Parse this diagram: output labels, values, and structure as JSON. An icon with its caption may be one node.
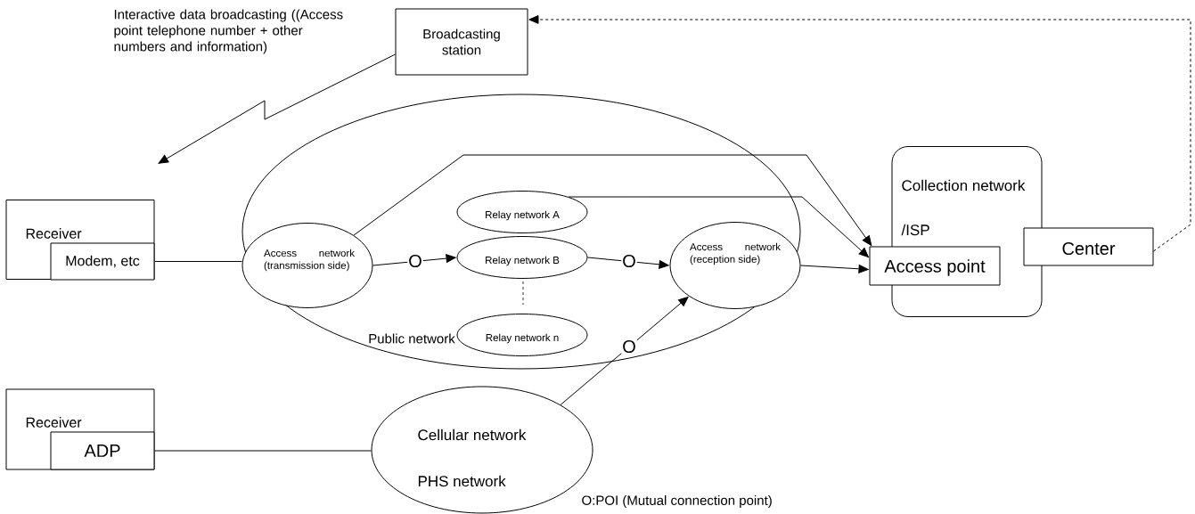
{
  "diagram": {
    "nodes": [
      {
        "text": [
          "Broadcasting station"
        ]
      },
      {
        "text": [
          "Receiver"
        ]
      },
      {
        "text": [
          "Modem, etc"
        ],
        "in": 1
      },
      {
        "text": [
          "Public network"
        ]
      },
      {
        "text": [
          "Access network (transmission side)"
        ],
        "in": 3
      },
      {
        "text": [
          "Relay network A"
        ],
        "in": 3
      },
      {
        "text": [
          "Relay network B"
        ],
        "in": 3
      },
      {
        "text": [
          "Relay network n"
        ],
        "in": 3
      },
      {
        "text": [
          "Access network (reception side)"
        ],
        "in": 3
      },
      {
        "text": [
          "Collection network",
          "/ISP"
        ]
      },
      {
        "text": [
          "Access point"
        ]
      },
      {
        "text": [
          "Center"
        ]
      },
      {
        "text": [
          "Receiver"
        ]
      },
      {
        "text": [
          "ADP"
        ],
        "in": 12
      },
      {
        "text": [
          "Cellular network",
          "PHS network"
        ]
      }
    ],
    "edges": [
      {
        "from": 0,
        "to": null,
        "arrow": "to",
        "label": "Interactive data broadcasting ((Access point telephone number + other numbers and information)"
      },
      {
        "from": 11,
        "to": 0,
        "arrow": "to",
        "style": "dashed"
      },
      {
        "from": 2,
        "to": 4,
        "arrow": "none"
      },
      {
        "from": 4,
        "to": 6,
        "arrow": "to",
        "label": "O"
      },
      {
        "from": 6,
        "to": 8,
        "arrow": "to",
        "label": "O"
      },
      {
        "from": 4,
        "to": 10,
        "arrow": "to"
      },
      {
        "from": 5,
        "to": 10,
        "arrow": "to"
      },
      {
        "from": 8,
        "to": 10,
        "arrow": "to"
      },
      {
        "from": 13,
        "to": 14,
        "arrow": "none"
      },
      {
        "from": 14,
        "to": 8,
        "arrow": "to",
        "label": "O"
      }
    ],
    "labels": [
      "O:POI (Mutual connection point)"
    ]
  }
}
